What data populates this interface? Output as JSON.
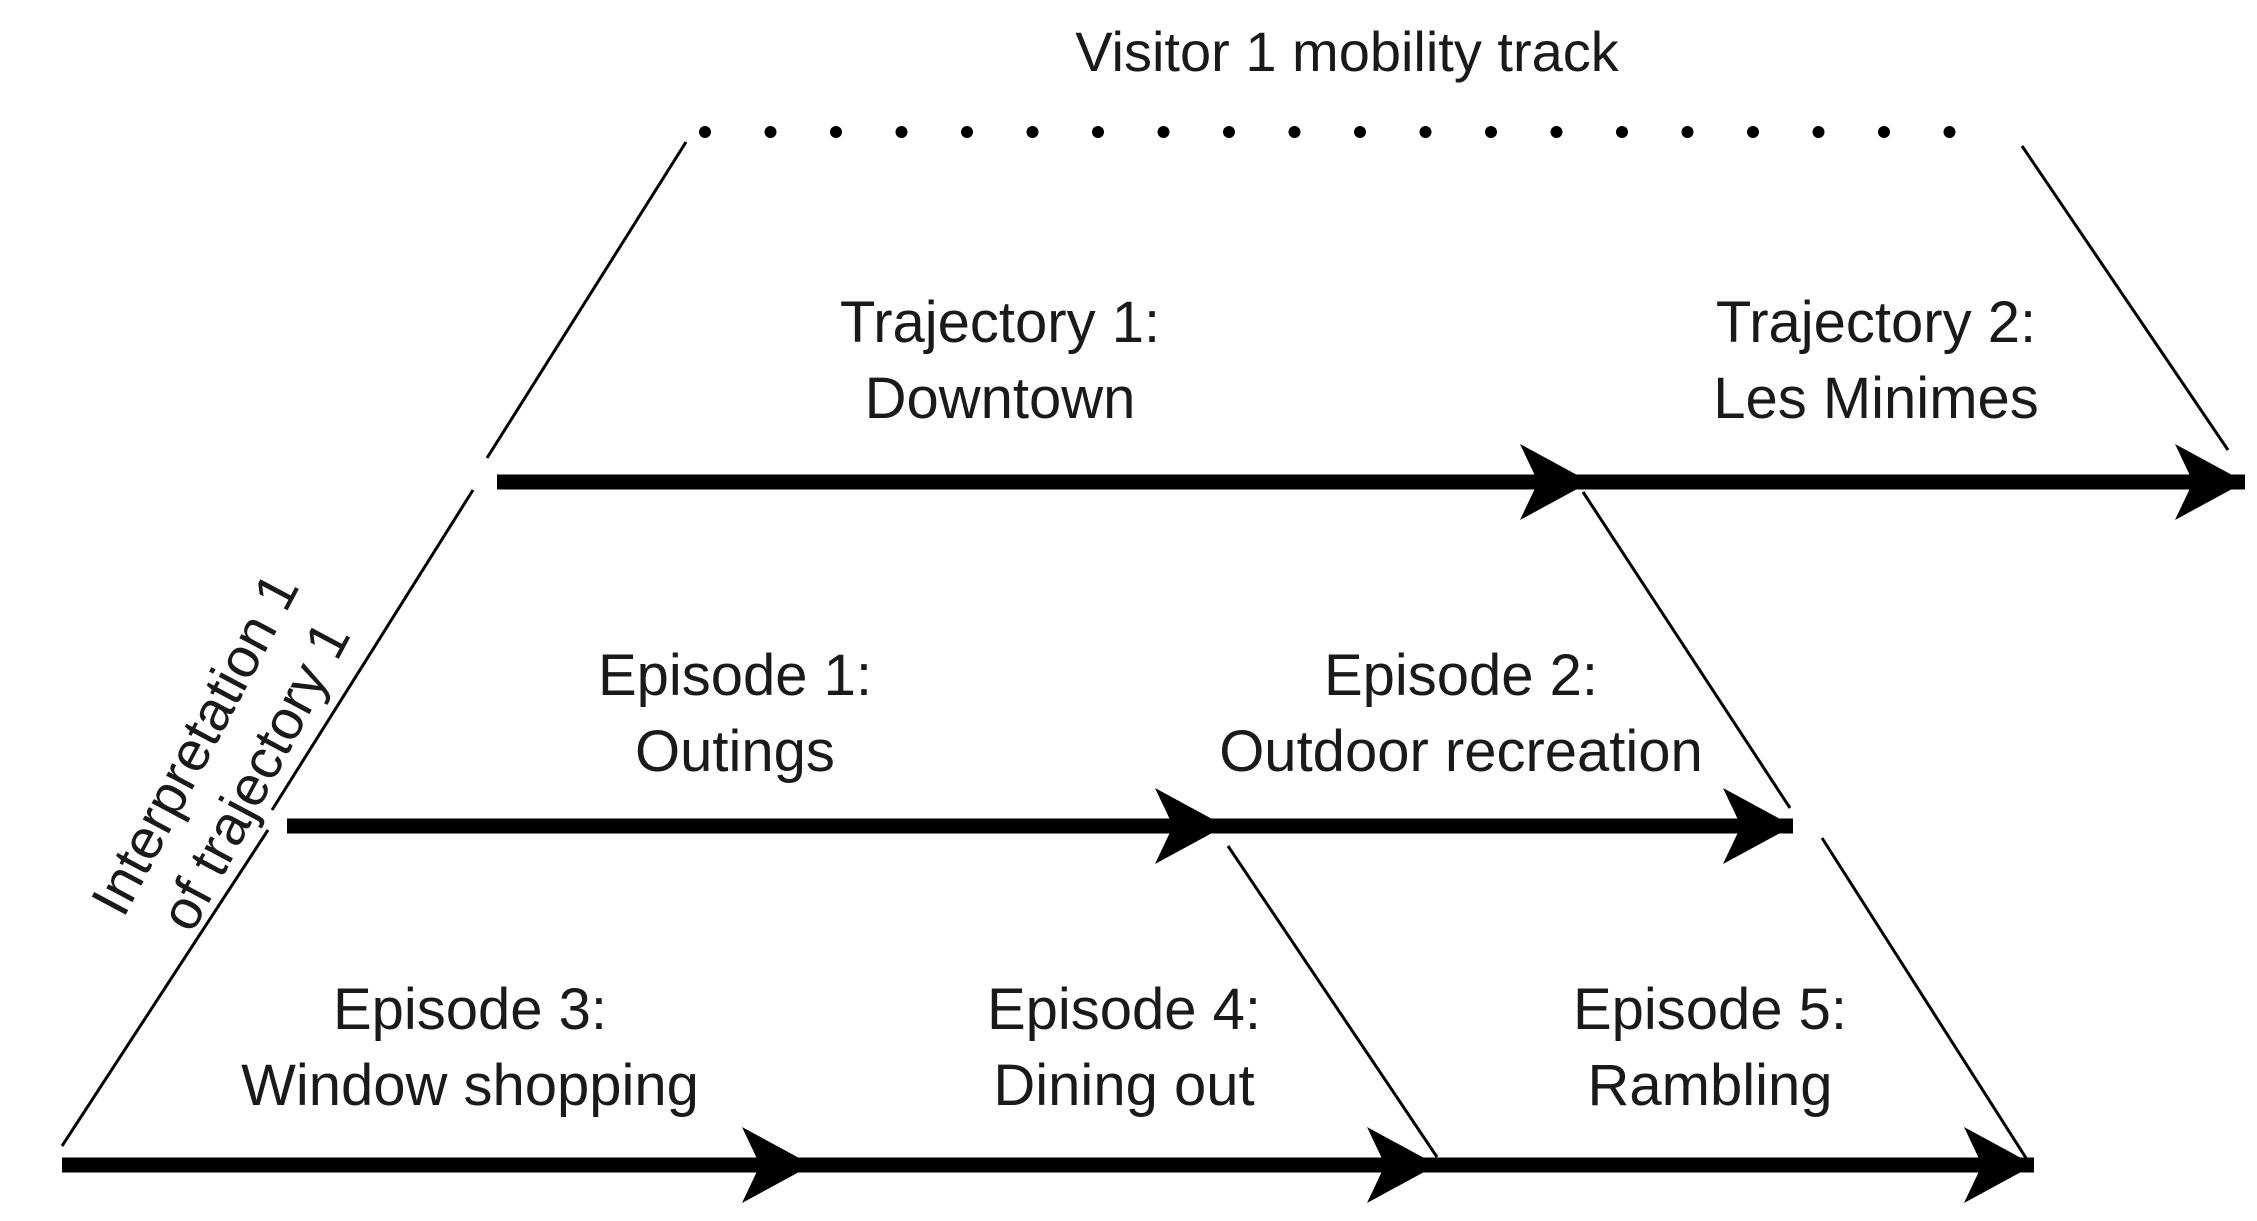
{
  "title": "Visitor 1 mobility track",
  "side_label": {
    "line1": "Interpretation 1",
    "line2": "of trajectory 1"
  },
  "trajectories": [
    {
      "line1": "Trajectory 1:",
      "line2": "Downtown"
    },
    {
      "line1": "Trajectory 2:",
      "line2": "Les Minimes"
    }
  ],
  "episodes": [
    {
      "line1": "Episode 1:",
      "line2": "Outings"
    },
    {
      "line1": "Episode 2:",
      "line2": "Outdoor recreation"
    },
    {
      "line1": "Episode 3:",
      "line2": "Window shopping"
    },
    {
      "line1": "Episode 4:",
      "line2": "Dining out"
    },
    {
      "line1": "Episode 5:",
      "line2": "Rambling"
    }
  ],
  "colors": {
    "ink": "#000000",
    "text": "#1a1a1a",
    "background": "#ffffff"
  }
}
